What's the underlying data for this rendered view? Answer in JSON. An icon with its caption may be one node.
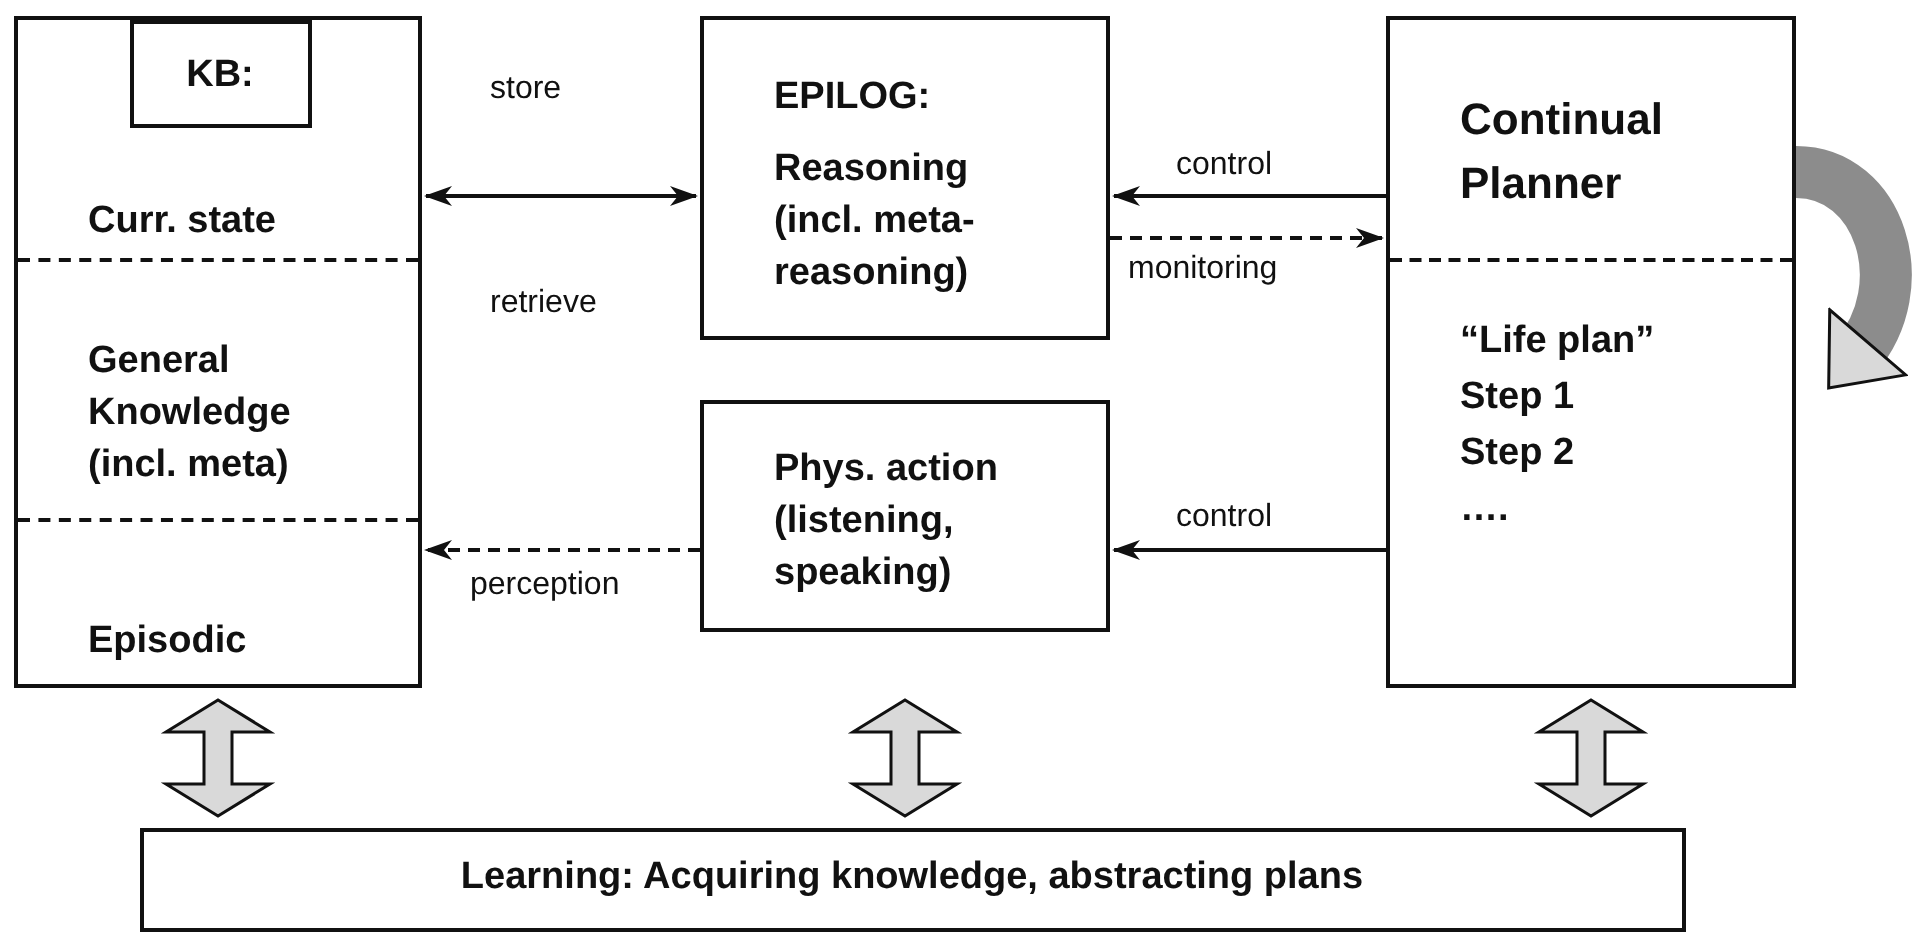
{
  "diagram": {
    "nodes": [
      {
        "text": [
          "Curr. state",
          "General Knowledge (incl. meta)",
          "Episodic"
        ]
      },
      {
        "text": [
          "KB:"
        ],
        "in": 0
      },
      {
        "text": [
          "EPILOG:",
          "Reasoning (incl. meta-reasoning)"
        ]
      },
      {
        "text": [
          "Phys. action (listening, speaking)"
        ]
      },
      {
        "text": [
          "Continual Planner",
          "“Life plan”",
          "Step 1",
          "Step 2",
          "…."
        ]
      },
      {
        "text": [
          "Learning: Acquiring knowledge, abstracting plans"
        ]
      }
    ],
    "edges": [
      {
        "from": 0,
        "to": 2,
        "arrow": "both",
        "label": "store"
      },
      {
        "from": 4,
        "to": 2,
        "arrow": "to",
        "label": "control"
      },
      {
        "from": 2,
        "to": 4,
        "arrow": "to",
        "label": "monitoring",
        "style": "dashed"
      },
      {
        "from": 4,
        "to": 3,
        "arrow": "to",
        "label": "control"
      },
      {
        "from": 3,
        "to": 0,
        "arrow": "to",
        "label": "perception",
        "style": "dashed"
      },
      {
        "from": 4,
        "to": 4,
        "arrow": "to",
        "style": "thick",
        "color": "#8c8c8c"
      },
      {
        "from": 0,
        "to": 5,
        "arrow": "both",
        "style": "thick",
        "color": "#d9d9d9"
      },
      {
        "from": 3,
        "to": 5,
        "arrow": "both",
        "style": "thick",
        "color": "#d9d9d9"
      },
      {
        "from": 4,
        "to": 5,
        "arrow": "both",
        "style": "thick",
        "color": "#d9d9d9"
      }
    ],
    "labels": [
      "retrieve"
    ]
  }
}
